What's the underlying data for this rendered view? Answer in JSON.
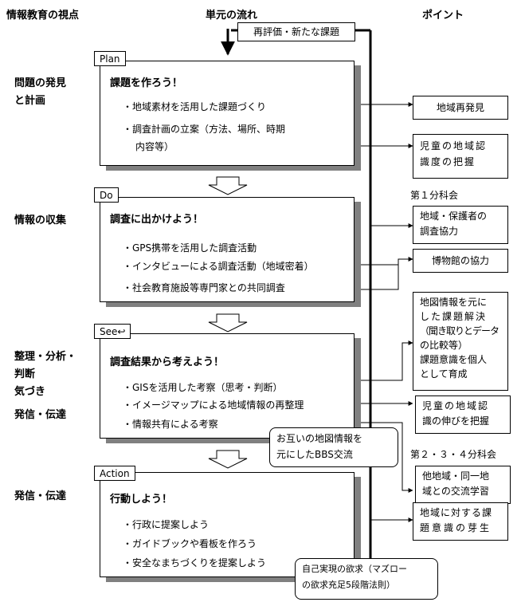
{
  "headers": {
    "perspective": "情報教育の視点",
    "flow": "単元の流れ",
    "points": "ポイント"
  },
  "reeval_label": "再評価・新たな課題",
  "left_labels": {
    "problem": [
      "問題の発見",
      "と計画"
    ],
    "collect": "情報の収集",
    "organize": [
      "整理・分析・",
      "判断",
      "気づき"
    ],
    "send1": "発信・伝達",
    "send2": "発信・伝達"
  },
  "stages": [
    {
      "tab": "Plan",
      "title": "課題を作ろう！",
      "items": [
        "・地域素材を活用した課題づくり",
        "・調査計画の立案（方法、場所、時期",
        "内容等）"
      ]
    },
    {
      "tab": "Do",
      "title": "調査に出かけよう！",
      "items": [
        "・GPS携帯を活用した調査活動",
        "・インタビューによる調査活動（地域密着）",
        "・社会教育施設等専門家との共同調査"
      ]
    },
    {
      "tab": "See↩",
      "title": "調査結果から考えよう！",
      "items": [
        "・GISを活用した考察（思考・判断）",
        "・イメージマップによる地域情報の再整理",
        "・情報共有による考察"
      ]
    },
    {
      "tab": "Action",
      "title": "行動しよう！",
      "items": [
        "・行政に提案しよう",
        "・ガイドブックや看板を作ろう",
        "・安全なまちづくりを提案しよう"
      ]
    }
  ],
  "points": {
    "rediscover": "地域再発見",
    "awareness": [
      "児童の地域認",
      "識度の把握"
    ],
    "bunkakai1": "第１分科会",
    "cooperation": [
      "地域・保護者の",
      "調査協力"
    ],
    "museum": "博物館の協力",
    "map_solution": [
      "地図情報を元に",
      "した課題解決",
      "（聞き取りとデータ",
      "の比較等）",
      "課題意識を個人",
      "として育成"
    ],
    "growth": [
      "児童の地域認",
      "識の伸びを把握"
    ],
    "bunkakai234": "第２・３・４分科会",
    "exchange": [
      "他地域・同一地",
      "域との交流学習"
    ],
    "sprout": [
      "地域に対する課",
      "題意識の芽生"
    ]
  },
  "callouts": {
    "bbs": [
      "お互いの地図情報を",
      "元にしたBBS交流"
    ],
    "maslow": [
      "自己実現の欲求（マズロー",
      "の欲求充足5段階法則）"
    ]
  }
}
